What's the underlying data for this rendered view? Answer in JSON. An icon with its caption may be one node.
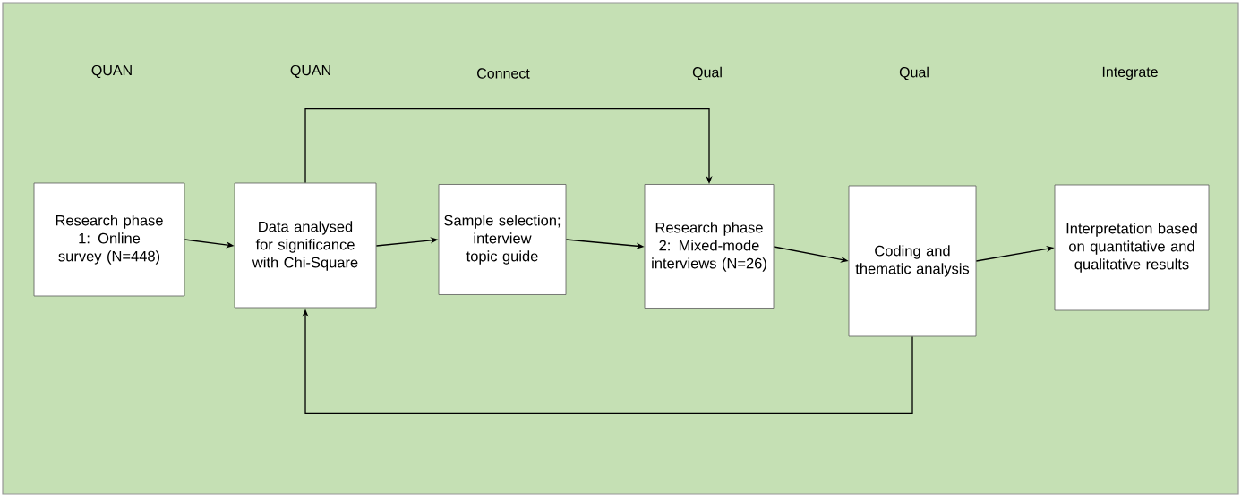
{
  "diagram": {
    "nodes": [
      {
        "text": [
          "Research phase 1: Online survey (N=448)"
        ]
      },
      {
        "text": [
          "Data analysed for significance with Chi-Square"
        ]
      },
      {
        "text": [
          "Sample selection; interview topic guide"
        ]
      },
      {
        "text": [
          "Research phase 2: Mixed-mode interviews (N=26)"
        ]
      },
      {
        "text": [
          "Coding and thematic analysis"
        ]
      },
      {
        "text": [
          "Interpretation based on quantitative and qualitative results"
        ]
      }
    ],
    "edges": [
      {
        "from": 0,
        "to": 1,
        "arrow": "to"
      },
      {
        "from": 1,
        "to": 2,
        "arrow": "to"
      },
      {
        "from": 2,
        "to": 3,
        "arrow": "to"
      },
      {
        "from": 3,
        "to": 4,
        "arrow": "to"
      },
      {
        "from": 4,
        "to": 5,
        "arrow": "to"
      },
      {
        "from": 1,
        "to": 3,
        "arrow": "to"
      },
      {
        "from": 4,
        "to": 1,
        "arrow": "to"
      }
    ],
    "labels": [
      "QUAN",
      "QUAN",
      "Connect",
      "Qual",
      "Qual",
      "Integrate"
    ]
  }
}
